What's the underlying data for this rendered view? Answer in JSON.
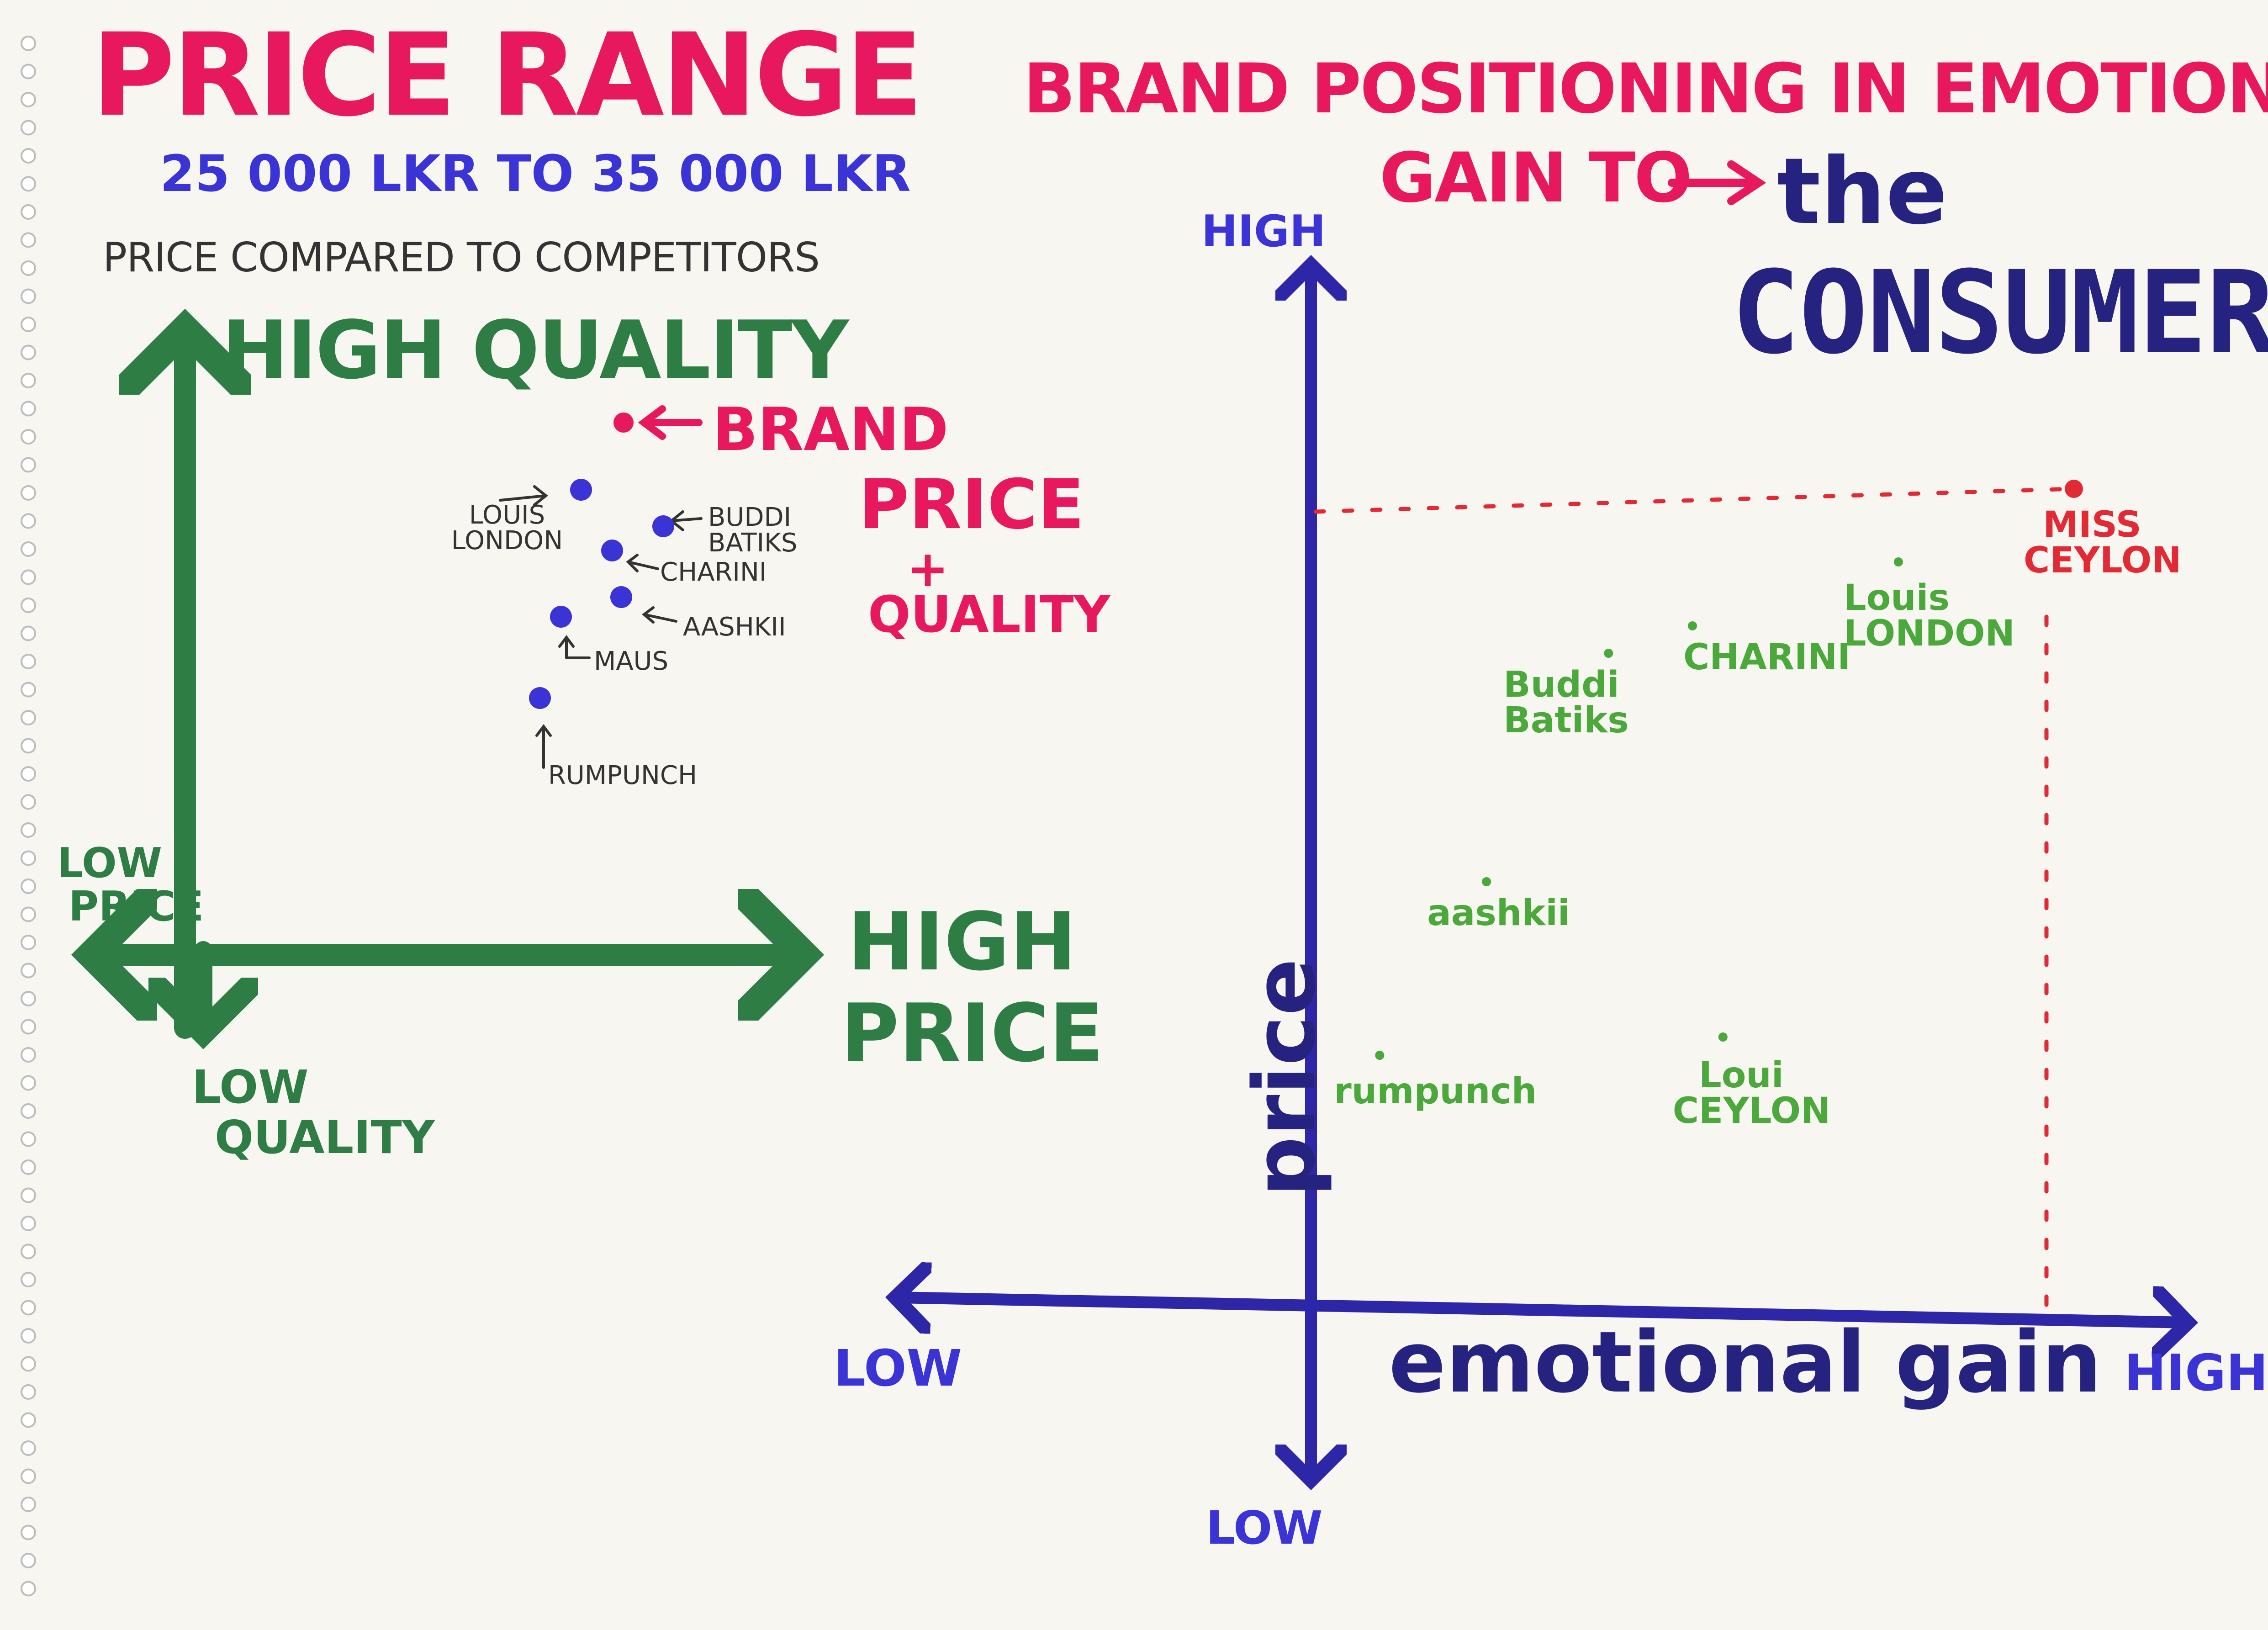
{
  "left": {
    "title": "PRICE RANGE",
    "range": "25 000 LKR TO 35 000 LKR",
    "subtitle": "PRICE COMPARED TO COMPETITORS",
    "y_high": "HIGH QUALITY",
    "y_low_1": "LOW",
    "y_low_2": "QUALITY",
    "x_low_1": "LOW",
    "x_low_2": "PRICE",
    "x_high_1": "HIGH",
    "x_high_2": "PRICE",
    "key_label": "BRAND",
    "key_note_1": "PRICE",
    "key_note_2": "+",
    "key_note_3": "QUALITY",
    "brands": [
      "LOUIS LONDON",
      "BUDDI BATIKS",
      "CHARINI",
      "AASHKII",
      "MAUS",
      "RUMPUNCH"
    ]
  },
  "right": {
    "title_1": "BRAND POSITIONING IN EMOTIONAL",
    "title_2": "GAIN TO",
    "title_3": "the",
    "title_4": "CONSUMER",
    "y_label": "price",
    "y_high": "HIGH",
    "y_low": "LOW",
    "x_label": "emotional gain",
    "x_low": "LOW",
    "x_high": "HIGH",
    "points": [
      {
        "name": "Louis LONDON",
        "emotional_gain": 7.7,
        "price": 8.2
      },
      {
        "name": "CHARINI",
        "emotional_gain": 5.0,
        "price": 7.5
      },
      {
        "name": "Buddi Batiks",
        "emotional_gain": 3.9,
        "price": 7.2
      },
      {
        "name": "aashkii",
        "emotional_gain": 2.3,
        "price": 4.7
      },
      {
        "name": "Loui CEYLON",
        "emotional_gain": 5.4,
        "price": 3.0
      },
      {
        "name": "rumpunch",
        "emotional_gain": 0.9,
        "price": 2.8
      },
      {
        "name": "MISS CEYLON",
        "emotional_gain": 10.0,
        "price": 9.0
      }
    ]
  },
  "colors": {
    "pink": "#e8185f",
    "blue": "#3a33d6",
    "navy": "#26227f",
    "green": "#2e7d45",
    "light_green": "#4ba83b",
    "red": "#e12a34",
    "paper": "#f7f6f1"
  }
}
